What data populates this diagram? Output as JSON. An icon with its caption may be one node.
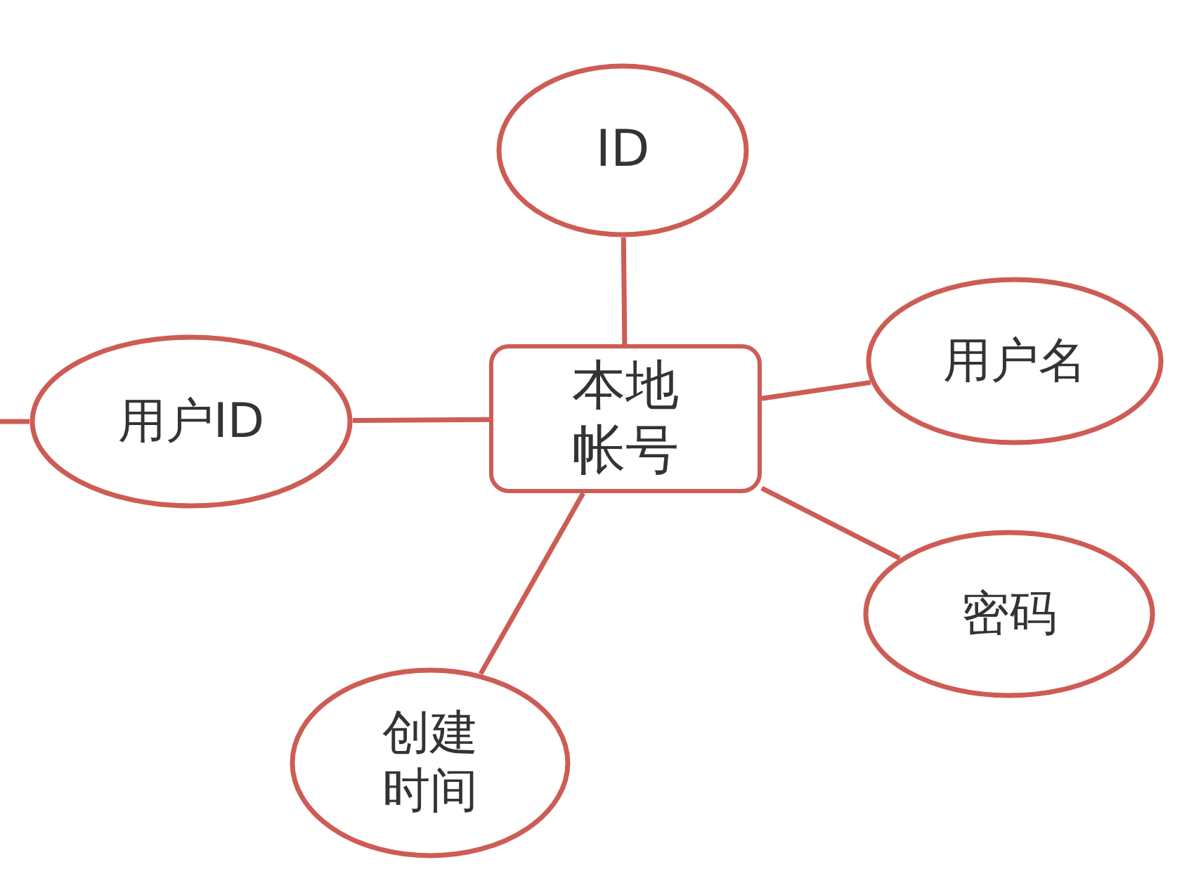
{
  "diagram": {
    "nodes": [
      {
        "text": [
          "本地帐号"
        ]
      },
      {
        "text": [
          "ID"
        ]
      },
      {
        "text": [
          "用户ID"
        ]
      },
      {
        "text": [
          "用户名"
        ]
      },
      {
        "text": [
          "密码"
        ]
      },
      {
        "text": [
          "创建时间"
        ]
      }
    ],
    "edges": [
      {
        "from": 0,
        "to": 1,
        "arrow": "none"
      },
      {
        "from": 0,
        "to": 2,
        "arrow": "none"
      },
      {
        "from": 0,
        "to": 3,
        "arrow": "none"
      },
      {
        "from": 0,
        "to": 4,
        "arrow": "none"
      },
      {
        "from": 0,
        "to": 5,
        "arrow": "none"
      },
      {
        "from": null,
        "to": 2,
        "arrow": "none"
      }
    ]
  }
}
